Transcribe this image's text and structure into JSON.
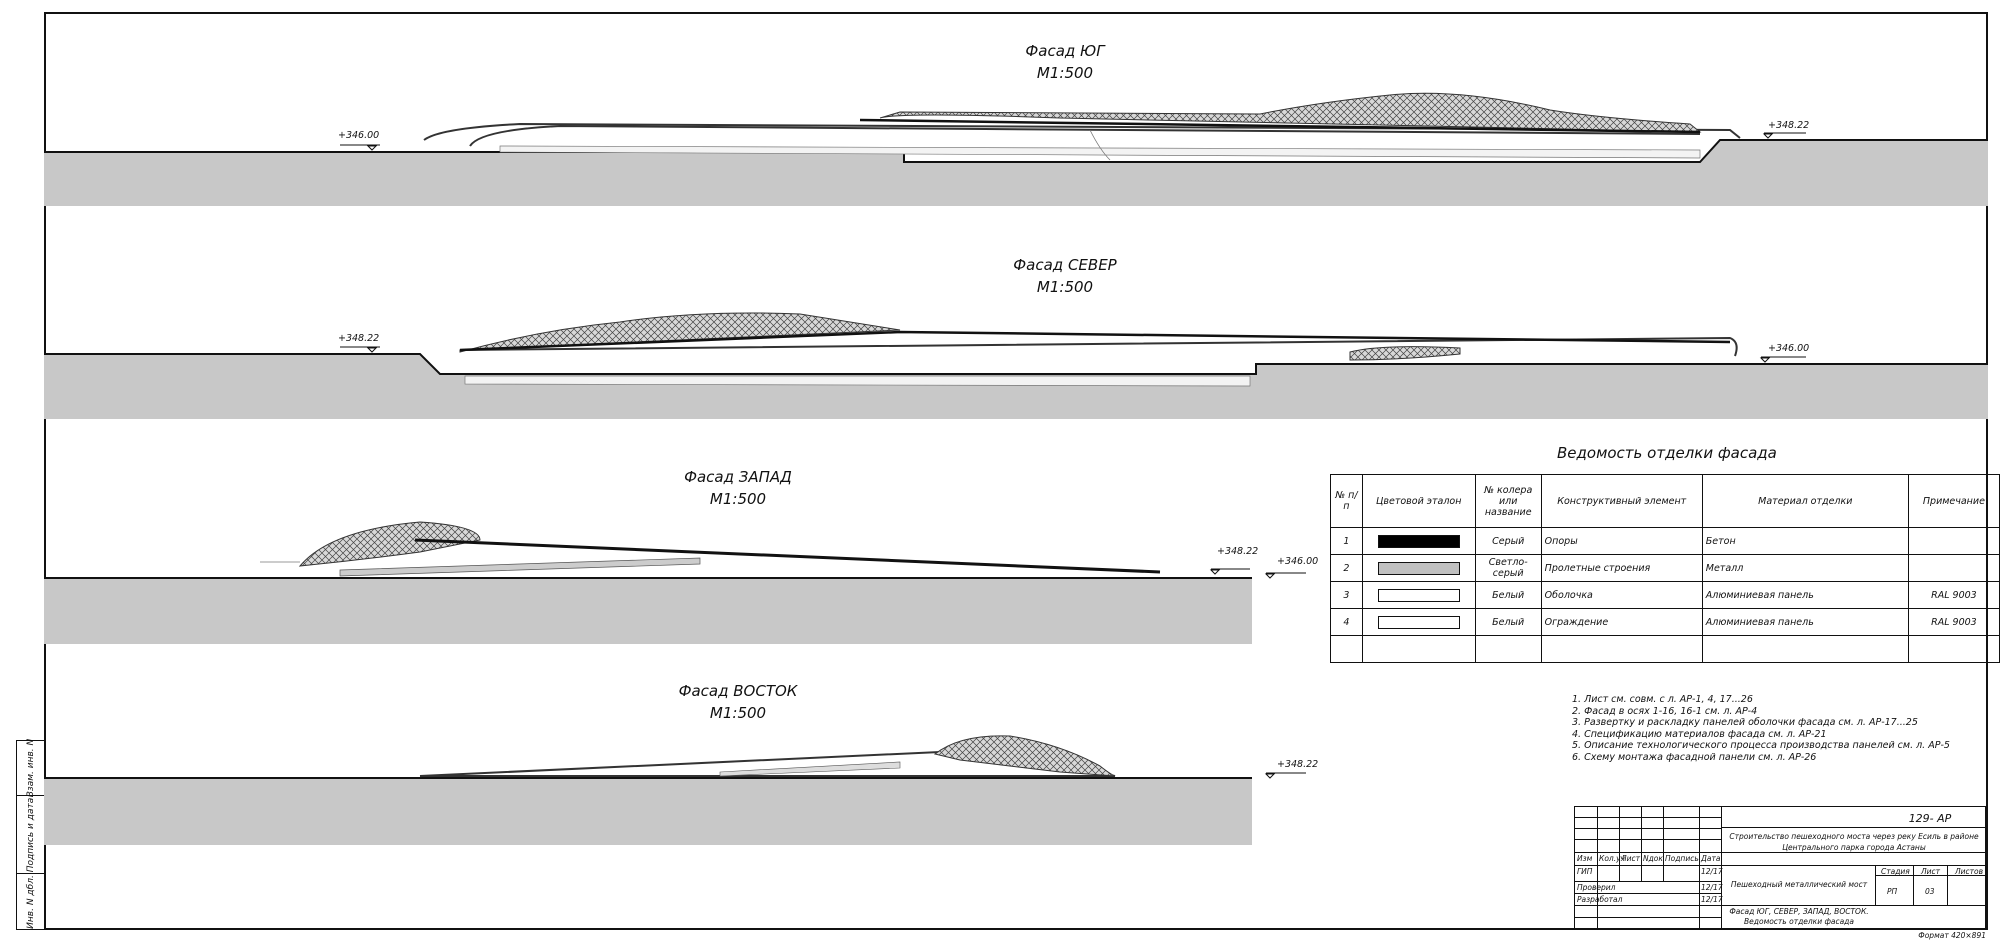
{
  "facades": [
    {
      "name": "Фасад ЮГ",
      "scale": "М1:500",
      "levels": [
        "+346.00",
        "+348.22"
      ]
    },
    {
      "name": "Фасад СЕВЕР",
      "scale": "М1:500",
      "levels": [
        "+348.22",
        "+346.00"
      ]
    },
    {
      "name": "Фасад ЗАПАД",
      "scale": "М1:500",
      "levels": [
        "+348.22",
        "+346.00"
      ]
    },
    {
      "name": "Фасад ВОСТОК",
      "scale": "М1:500",
      "levels": [
        "+348.22"
      ]
    }
  ],
  "finish_table": {
    "title": "Ведомость отделки фасада",
    "headers": [
      "№ п/п",
      "Цветовой эталон",
      "№ колера или название",
      "Конструктивный элемент",
      "Материал отделки",
      "Примечание"
    ],
    "rows": [
      {
        "n": "1",
        "swatch": "#000000",
        "color_name": "Серый",
        "element": "Опоры",
        "material": "Бетон",
        "note": ""
      },
      {
        "n": "2",
        "swatch": "#c0c0c0",
        "color_name": "Светло-серый",
        "element": "Пролетные строения",
        "material": "Металл",
        "note": ""
      },
      {
        "n": "3",
        "swatch": "#ffffff",
        "color_name": "Белый",
        "element": "Оболочка",
        "material": "Алюминиевая панель",
        "note": "RAL 9003"
      },
      {
        "n": "4",
        "swatch": "#ffffff",
        "color_name": "Белый",
        "element": "Ограждение",
        "material": "Алюминиевая панель",
        "note": "RAL 9003"
      }
    ]
  },
  "notes": [
    "1.  Лист см. совм. с л. АР-1, 4, 17...26",
    "2.  Фасад в осях 1-16, 16-1 см. л. АР-4",
    "3.  Развертку и раскладку панелей оболочки фасада см. л. АР-17...25",
    "4.  Спецификацию материалов фасада см. л. АР-21",
    "5.  Описание технологического процесса производства панелей см. л. АР-5",
    "6.  Схему монтажа фасадной панели см. л. АР-26"
  ],
  "sidebar": [
    "Взам. инв. N",
    "Подпись и дата",
    "Инв. N дбл."
  ],
  "stamp": {
    "code": "129- АР",
    "project": "Строительство пешеходного моста через реку Есиль в районе Центрального парка города Астаны",
    "object": "Пешеходный металлический мост",
    "sheet_title": "Фасад ЮГ, СЕВЕР, ЗАПАД, ВОСТОК. Ведомость отделки фасада",
    "head_cols": [
      "Изм",
      "Кол.уч",
      "Лист",
      "Nдок",
      "Подпись",
      "Дата"
    ],
    "people": [
      {
        "role": "ГИП",
        "date": "12/17"
      },
      {
        "role": "Проверил",
        "date": "12/17"
      },
      {
        "role": "Разработал",
        "date": "12/17"
      }
    ],
    "stage_labels": [
      "Стадия",
      "Лист",
      "Листов"
    ],
    "stage": "РП",
    "sheet": "03"
  },
  "format": "Формат 420×891"
}
